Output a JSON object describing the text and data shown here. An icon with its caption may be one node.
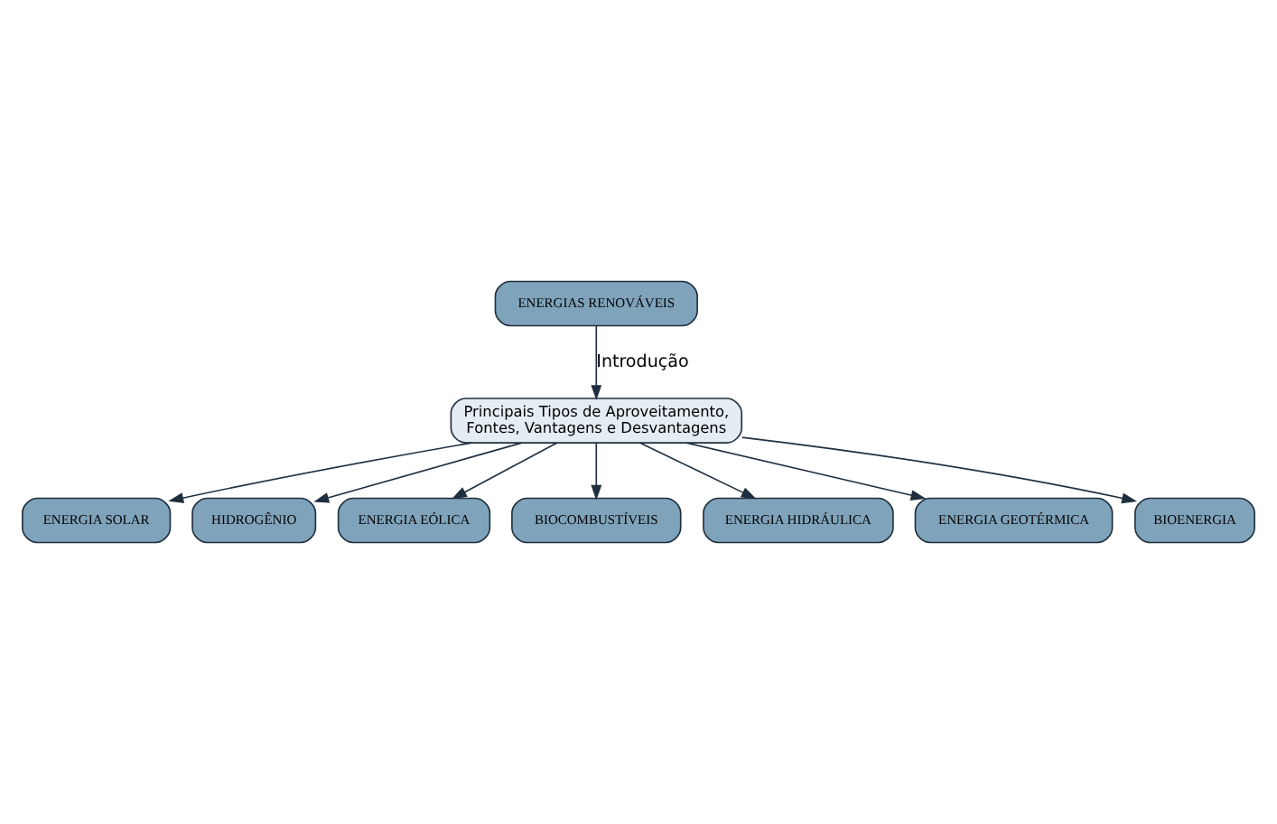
{
  "diagram": {
    "nodes": [
      {
        "text": [
          "ENERGIAS RENOVÁVEIS"
        ]
      },
      {
        "text": [
          "Principais Tipos de Aproveitamento, Fontes, Vantagens e Desvantagens"
        ]
      },
      {
        "text": [
          "ENERGIA SOLAR"
        ]
      },
      {
        "text": [
          "HIDROGÊNIO"
        ]
      },
      {
        "text": [
          "ENERGIA EÓLICA"
        ]
      },
      {
        "text": [
          "BIOCOMBUSTÍVEIS"
        ]
      },
      {
        "text": [
          "ENERGIA HIDRÁULICA"
        ]
      },
      {
        "text": [
          "ENERGIA GEOTÉRMICA"
        ]
      },
      {
        "text": [
          "BIOENERGIA"
        ]
      }
    ],
    "edges": [
      {
        "from": 0,
        "to": 1,
        "arrow": "to",
        "label": "Introdução"
      },
      {
        "from": 1,
        "to": 2,
        "arrow": "to"
      },
      {
        "from": 1,
        "to": 4,
        "arrow": "to"
      },
      {
        "from": 1,
        "to": 6,
        "arrow": "to"
      },
      {
        "from": 1,
        "to": 8,
        "arrow": "to"
      },
      {
        "from": 1,
        "to": 7,
        "arrow": "to"
      },
      {
        "from": 1,
        "to": 5,
        "arrow": "to"
      },
      {
        "from": 1,
        "to": 3,
        "arrow": "to"
      }
    ]
  }
}
